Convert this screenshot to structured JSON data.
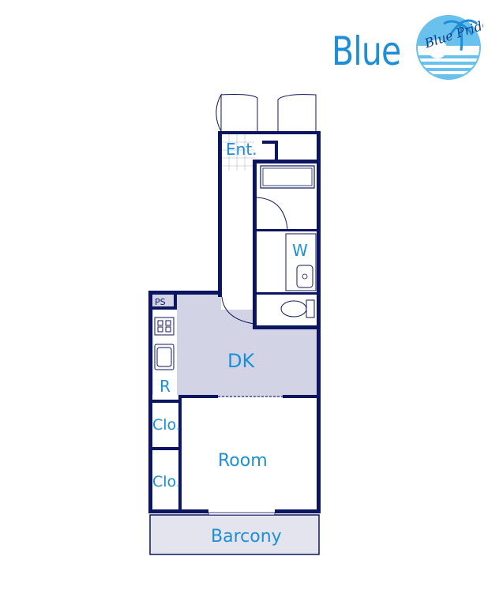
{
  "logo": {
    "brand": "Blue",
    "seal_text": "Blue Pride",
    "colors": {
      "primary": "#1e8fd6",
      "light": "#69c1ee"
    }
  },
  "plan": {
    "colors": {
      "wall": "#0c1660",
      "room_fill": "#ffffff",
      "dk_fill": "#d3d3e6",
      "balcony_fill": "#e4e4ee",
      "label": "#1e8fd6"
    },
    "labels": {
      "entrance": "Ent.",
      "washroom": "W",
      "pipe_space": "PS",
      "dining_kitchen": "DK",
      "refrigerator": "R",
      "closet_1": "Clo.",
      "closet_2": "Clo.",
      "room": "Room",
      "balcony": "Barcony"
    }
  }
}
